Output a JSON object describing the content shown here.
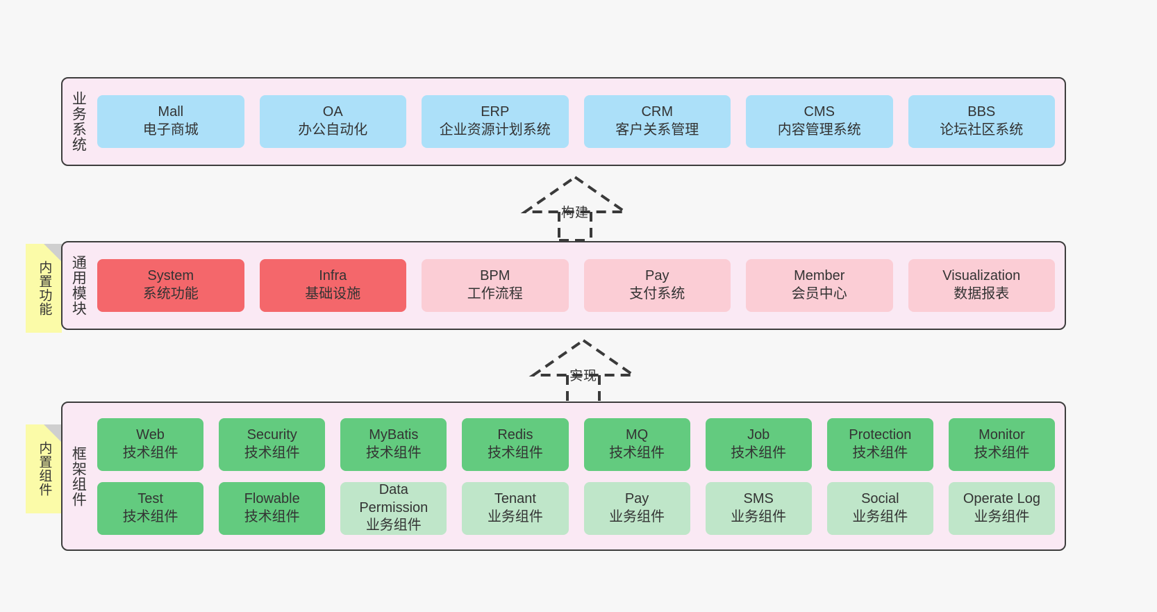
{
  "canvas": {
    "background": "#f7f7f7",
    "border_color": "#3d3d3d",
    "layer_background": "#fae9f4"
  },
  "layers": [
    {
      "id": "business-system",
      "label": "业务系统",
      "cards": [
        {
          "en": "Mall",
          "cn": "电子商城",
          "color": "#ace0f9",
          "variant": "c-blue"
        },
        {
          "en": "OA",
          "cn": "办公自动化",
          "color": "#ace0f9",
          "variant": "c-blue"
        },
        {
          "en": "ERP",
          "cn": "企业资源计划系统",
          "color": "#ace0f9",
          "variant": "c-blue"
        },
        {
          "en": "CRM",
          "cn": "客户关系管理",
          "color": "#ace0f9",
          "variant": "c-blue"
        },
        {
          "en": "CMS",
          "cn": "内容管理系统",
          "color": "#ace0f9",
          "variant": "c-blue"
        },
        {
          "en": "BBS",
          "cn": "论坛社区系统",
          "color": "#ace0f9",
          "variant": "c-blue"
        }
      ]
    },
    {
      "id": "common-modules",
      "label": "通用模块",
      "note": "内置功能",
      "cards": [
        {
          "en": "System",
          "cn": "系统功能",
          "color": "#f4676b",
          "variant": "c-red"
        },
        {
          "en": "Infra",
          "cn": "基础设施",
          "color": "#f4676b",
          "variant": "c-red"
        },
        {
          "en": "BPM",
          "cn": "工作流程",
          "color": "#fbcdd5",
          "variant": "c-pink"
        },
        {
          "en": "Pay",
          "cn": "支付系统",
          "color": "#fbcdd5",
          "variant": "c-pink"
        },
        {
          "en": "Member",
          "cn": "会员中心",
          "color": "#fbcdd5",
          "variant": "c-pink"
        },
        {
          "en": "Visualization",
          "cn": "数据报表",
          "color": "#fbcdd5",
          "variant": "c-pink"
        }
      ]
    },
    {
      "id": "framework-components",
      "label": "框架组件",
      "note": "内置组件",
      "rows": [
        [
          {
            "en": "Web",
            "cn": "技术组件",
            "color": "#63cb7f",
            "variant": "c-green"
          },
          {
            "en": "Security",
            "cn": "技术组件",
            "color": "#63cb7f",
            "variant": "c-green"
          },
          {
            "en": "MyBatis",
            "cn": "技术组件",
            "color": "#63cb7f",
            "variant": "c-green"
          },
          {
            "en": "Redis",
            "cn": "技术组件",
            "color": "#63cb7f",
            "variant": "c-green"
          },
          {
            "en": "MQ",
            "cn": "技术组件",
            "color": "#63cb7f",
            "variant": "c-green"
          },
          {
            "en": "Job",
            "cn": "技术组件",
            "color": "#63cb7f",
            "variant": "c-green"
          },
          {
            "en": "Protection",
            "cn": "技术组件",
            "color": "#63cb7f",
            "variant": "c-green"
          },
          {
            "en": "Monitor",
            "cn": "技术组件",
            "color": "#63cb7f",
            "variant": "c-green"
          }
        ],
        [
          {
            "en": "Test",
            "cn": "技术组件",
            "color": "#63cb7f",
            "variant": "c-green"
          },
          {
            "en": "Flowable",
            "cn": "技术组件",
            "color": "#63cb7f",
            "variant": "c-green"
          },
          {
            "en": "Data Permission",
            "cn": "业务组件",
            "color": "#bfe6c9",
            "variant": "c-lightgreen"
          },
          {
            "en": "Tenant",
            "cn": "业务组件",
            "color": "#bfe6c9",
            "variant": "c-lightgreen"
          },
          {
            "en": "Pay",
            "cn": "业务组件",
            "color": "#bfe6c9",
            "variant": "c-lightgreen"
          },
          {
            "en": "SMS",
            "cn": "业务组件",
            "color": "#bfe6c9",
            "variant": "c-lightgreen"
          },
          {
            "en": "Social",
            "cn": "业务组件",
            "color": "#bfe6c9",
            "variant": "c-lightgreen"
          },
          {
            "en": "Operate Log",
            "cn": "业务组件",
            "color": "#bfe6c9",
            "variant": "c-lightgreen"
          }
        ]
      ]
    }
  ],
  "connectors": [
    {
      "id": "build",
      "label": "构建"
    },
    {
      "id": "realize",
      "label": "实现"
    }
  ]
}
